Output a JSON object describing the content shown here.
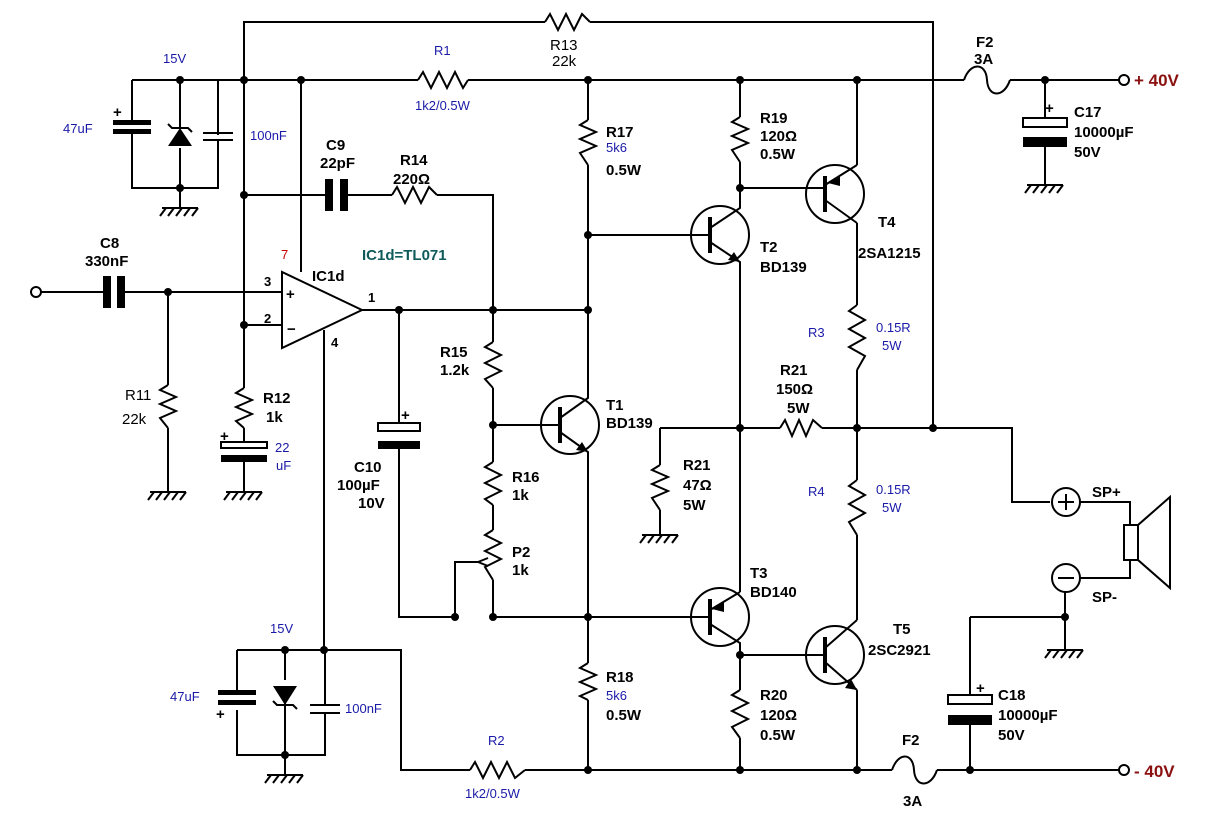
{
  "colors": {
    "wire": "#000000",
    "blue_label": "#1a1aa8",
    "rail_label": "#8b1010",
    "ic_label": "#0f5a5a",
    "pin7": "#cc0000"
  },
  "input": {
    "C8": "C8",
    "C8_val": "330nF",
    "R11": "R11",
    "R11_val": "22k"
  },
  "supply_top": {
    "volt": "15V",
    "cap": "47uF",
    "cap2": "100nF",
    "plus": "+"
  },
  "supply_bot": {
    "volt": "15V",
    "cap": "47uF",
    "cap2": "100nF",
    "plus": "+"
  },
  "opamp": {
    "name": "IC1d",
    "type": "IC1d=TL071",
    "pin3": "3",
    "pin2": "2",
    "pin1": "1",
    "pin4": "4",
    "pin7": "7",
    "plus": "+",
    "minus": "−"
  },
  "fb": {
    "R1": "R1",
    "R1_val": "1k2/0.5W",
    "R2": "R2",
    "R2_val": "1k2/0.5W",
    "R13": "R13",
    "R13_val": "22k",
    "C9": "C9",
    "C9_val": "22pF",
    "R14": "R14",
    "R14_val": "220Ω",
    "R12": "R12",
    "R12_val": "1k",
    "C_22": "22",
    "C_uF": "uF"
  },
  "bias": {
    "C10": "C10",
    "C10_val": "100µF",
    "C10_v": "10V",
    "R15": "R15",
    "R15_val": "1.2k",
    "R16": "R16",
    "R16_val": "1k",
    "P2": "P2",
    "P2_val": "1k"
  },
  "drivers": {
    "R17": "R17",
    "R17_val": "5k6",
    "R17_w": "0.5W",
    "R18": "R18",
    "R18_val": "5k6",
    "R18_w": "0.5W",
    "R19": "R19",
    "R19_val": "120Ω",
    "R19_w": "0.5W",
    "R20": "R20",
    "R20_val": "120Ω",
    "R20_w": "0.5W",
    "T1": "T1",
    "T1_type": "BD139",
    "T2": "T2",
    "T2_type": "BD139",
    "T3": "T3",
    "T3_type": "BD140",
    "T4": "T4",
    "T4_type": "2SA1215",
    "T5": "T5",
    "T5_type": "2SC2921"
  },
  "output": {
    "R3": "R3",
    "R3_val": "0.15R",
    "R3_w": "5W",
    "R4": "R4",
    "R4_val": "0.15R",
    "R4_w": "5W",
    "R21a": "R21",
    "R21a_val": "150Ω",
    "R21a_w": "5W",
    "R21b": "R21",
    "R21b_val": "47Ω",
    "R21b_w": "5W",
    "SPp": "SP+",
    "SPm": "SP-"
  },
  "rails": {
    "F2_top": "F2",
    "F2_top_val": "3A",
    "F2_bot": "F2",
    "F2_bot_val": "3A",
    "C17": "C17",
    "C17_val": "10000µF",
    "C17_v": "50V",
    "C18": "C18",
    "C18_val": "10000µF",
    "C18_v": "50V",
    "pos": "+ 40V",
    "neg": "- 40V",
    "plus": "+"
  }
}
